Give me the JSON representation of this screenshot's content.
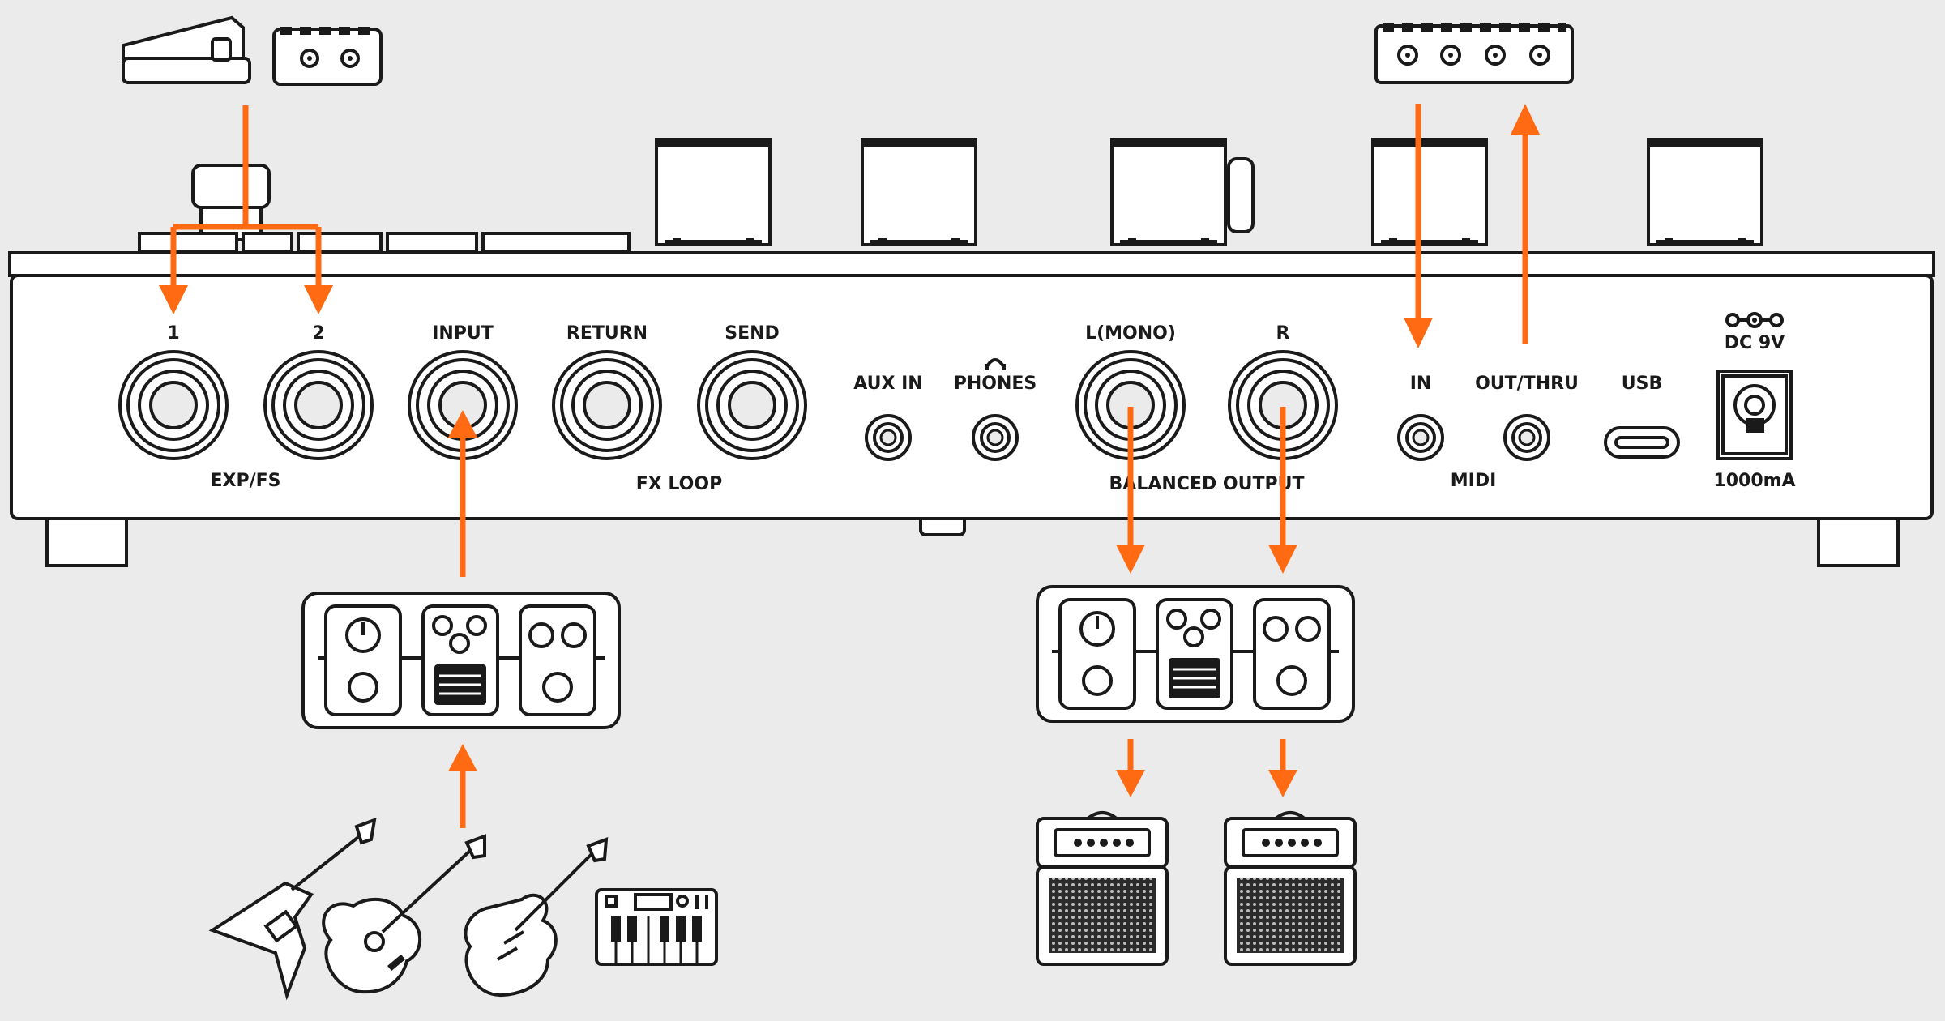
{
  "accent_color": "#ff6a13",
  "jack_labels": {
    "exp1": "1",
    "exp2": "2",
    "input": "INPUT",
    "return": "RETURN",
    "send": "SEND",
    "aux_in": "AUX IN",
    "phones": "PHONES",
    "out_l": "L(MONO)",
    "out_r": "R",
    "midi_in": "IN",
    "midi_out": "OUT/THRU",
    "usb": "USB",
    "dc": "DC 9V"
  },
  "group_labels": {
    "exp_fs": "EXP/FS",
    "fx_loop": "FX LOOP",
    "balanced_output": "BALANCED OUTPUT",
    "midi": "MIDI",
    "power": "1000mA"
  },
  "icons": [
    "expression-pedal-icon",
    "footswitch-icon",
    "midi-controller-icon",
    "effects-pedalboard-icon",
    "guitar-amp-icon",
    "electric-guitar-icon",
    "acoustic-guitar-icon",
    "keyboard-icon",
    "headphones-icon",
    "dc-polarity-icon"
  ]
}
